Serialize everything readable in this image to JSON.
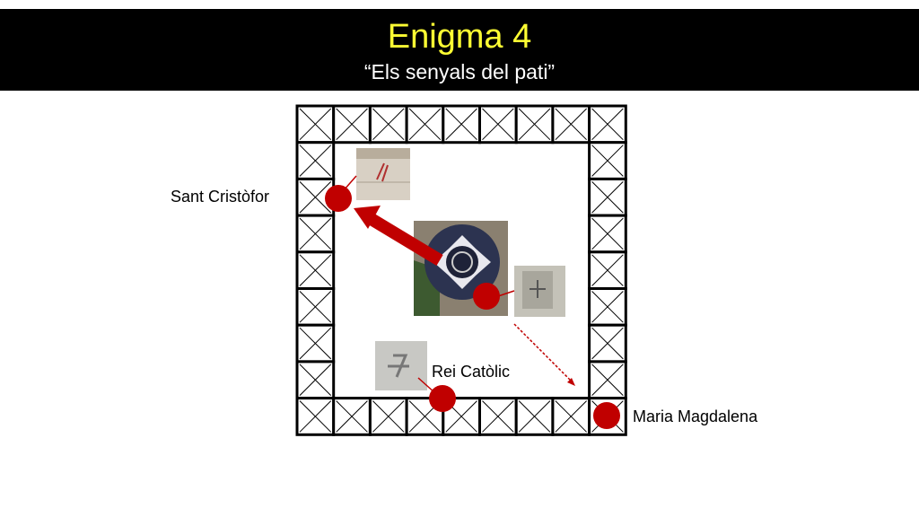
{
  "header": {
    "title": "Enigma 4",
    "subtitle": "“Els senyals del pati”"
  },
  "labels": {
    "sant_cristofor": "Sant Cristòfor",
    "rei_catolic": "Rei Catòlic",
    "maria_magdalena": "Maria Magdalena"
  },
  "colors": {
    "marker": "#c00000",
    "title": "#ffff33",
    "header_bg": "#000000"
  }
}
